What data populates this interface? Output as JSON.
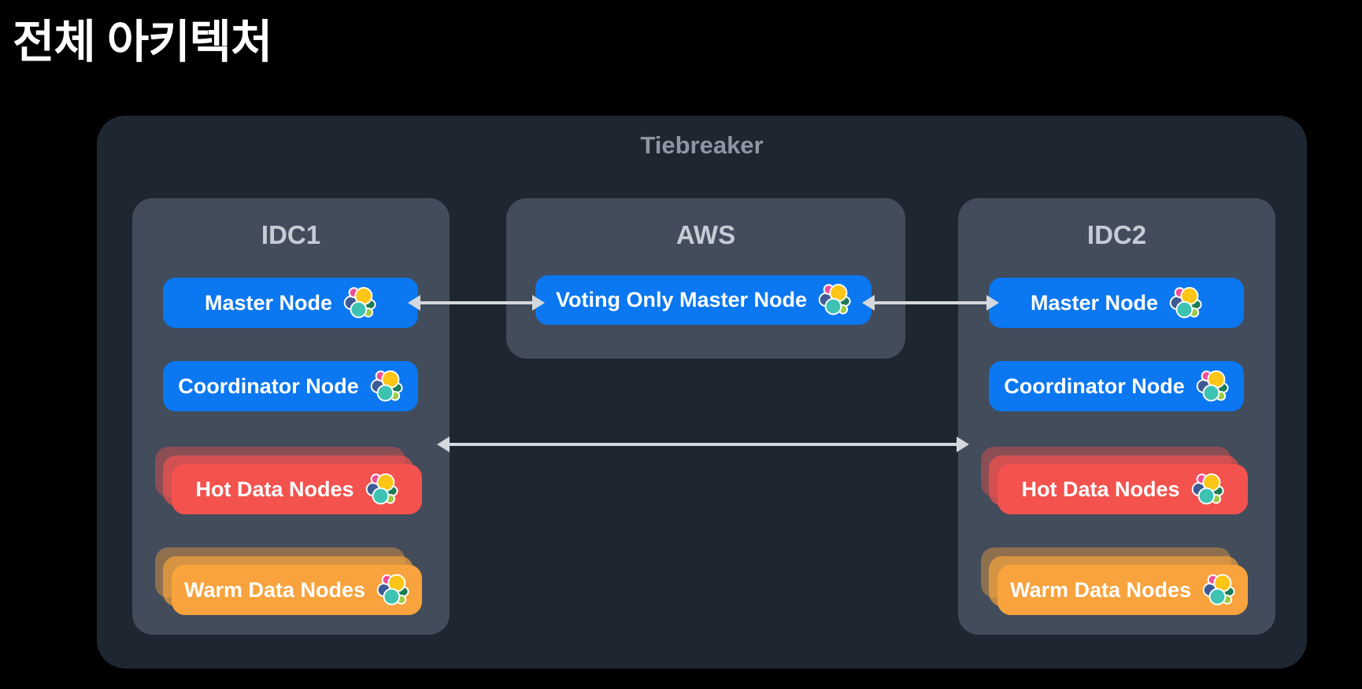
{
  "page": {
    "title": "전체 아키텍처"
  },
  "diagram": {
    "tiebreaker_label": "Tiebreaker",
    "idc1": {
      "title": "IDC1",
      "master": "Master Node",
      "coordinator": "Coordinator Node",
      "hot": "Hot Data Nodes",
      "warm": "Warm Data Nodes"
    },
    "aws": {
      "title": "AWS",
      "voting": "Voting Only Master Node"
    },
    "idc2": {
      "title": "IDC2",
      "master": "Master Node",
      "coordinator": "Coordinator Node",
      "hot": "Hot Data Nodes",
      "warm": "Warm Data Nodes"
    },
    "icons": {
      "node_logo": "elasticsearch-logo"
    },
    "colors": {
      "background": "#000000",
      "container": "#1e2631",
      "panel": "#424c5b",
      "node_blue": "#0b77f0",
      "node_hot_red": "#f4524e",
      "node_warm_orange": "#f8a33d",
      "arrow": "#d5d8dc",
      "tiebreaker_text": "#8d96a3",
      "panel_title_text": "#c5ccd6",
      "node_text": "#ffffff"
    }
  }
}
